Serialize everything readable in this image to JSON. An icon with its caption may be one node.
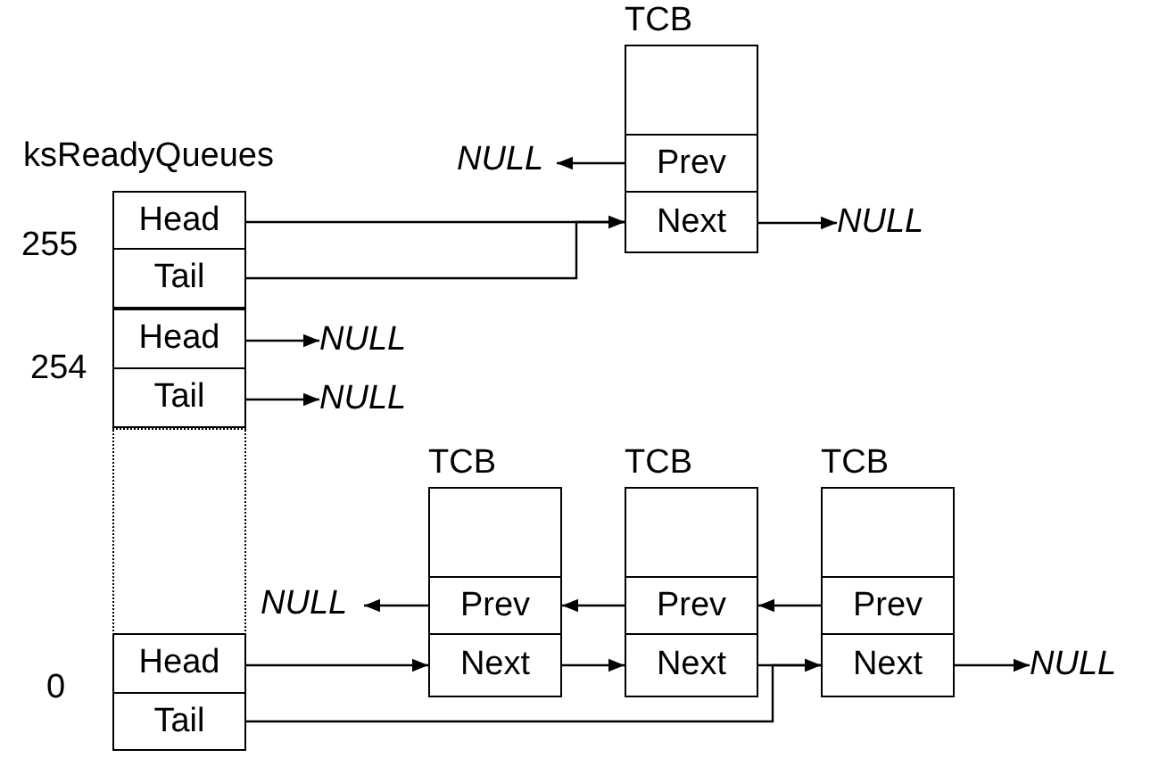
{
  "diagram": {
    "nodes": [
      {
        "text": [
          "ksReadyQueues"
        ]
      },
      {
        "text": [
          "Head"
        ],
        "in": 0
      },
      {
        "text": [
          "Tail"
        ],
        "in": 0
      },
      {
        "text": [
          "Head"
        ],
        "in": 0
      },
      {
        "text": [
          "Tail"
        ],
        "in": 0
      },
      {
        "text": [],
        "shape": "box",
        "in": 0
      },
      {
        "text": [
          "Head"
        ],
        "in": 0
      },
      {
        "text": [
          "Tail"
        ],
        "in": 0
      },
      {
        "text": [
          "TCB"
        ]
      },
      {
        "text": [
          "Prev"
        ],
        "in": 8
      },
      {
        "text": [
          "Next"
        ],
        "in": 8
      },
      {
        "text": [
          "NULL"
        ]
      },
      {
        "text": [
          "NULL"
        ]
      },
      {
        "text": [
          "NULL"
        ]
      },
      {
        "text": [
          "NULL"
        ]
      },
      {
        "text": [
          "TCB"
        ]
      },
      {
        "text": [
          "Prev"
        ],
        "in": 15
      },
      {
        "text": [
          "Next"
        ],
        "in": 15
      },
      {
        "text": [
          "TCB"
        ]
      },
      {
        "text": [
          "Prev"
        ],
        "in": 18
      },
      {
        "text": [
          "Next"
        ],
        "in": 18
      },
      {
        "text": [
          "TCB"
        ]
      },
      {
        "text": [
          "Prev"
        ],
        "in": 21
      },
      {
        "text": [
          "Next"
        ],
        "in": 21
      },
      {
        "text": [
          "NULL"
        ]
      },
      {
        "text": [
          "NULL"
        ]
      }
    ],
    "edges": [
      {
        "from": 1,
        "to": 10,
        "arrow": "to"
      },
      {
        "from": 2,
        "to": 10,
        "arrow": "to"
      },
      {
        "from": 9,
        "to": 11,
        "arrow": "to"
      },
      {
        "from": 10,
        "to": 12,
        "arrow": "to"
      },
      {
        "from": 3,
        "to": 13,
        "arrow": "to"
      },
      {
        "from": 4,
        "to": 14,
        "arrow": "to"
      },
      {
        "from": 6,
        "to": 17,
        "arrow": "to"
      },
      {
        "from": 7,
        "to": 23,
        "arrow": "to"
      },
      {
        "from": 16,
        "to": 24,
        "arrow": "to"
      },
      {
        "from": 19,
        "to": 16,
        "arrow": "to"
      },
      {
        "from": 22,
        "to": 19,
        "arrow": "to"
      },
      {
        "from": 17,
        "to": 20,
        "arrow": "to"
      },
      {
        "from": 20,
        "to": 23,
        "arrow": "to"
      },
      {
        "from": 23,
        "to": 25,
        "arrow": "to"
      }
    ],
    "labels": [
      "255",
      "254",
      "0"
    ]
  }
}
